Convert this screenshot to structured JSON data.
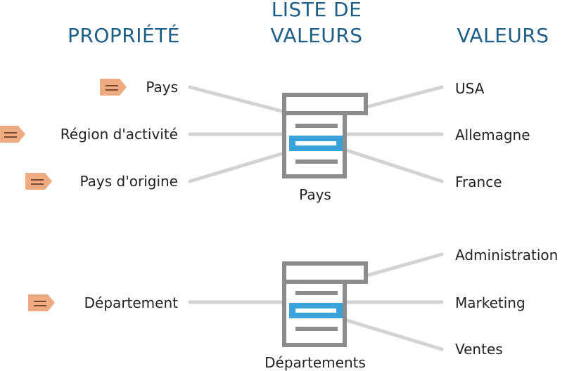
{
  "headers": {
    "property": "PROPRIÉTÉ",
    "list_line1": "LISTE DE",
    "list_line2": "VALEURS",
    "values": "VALEURS"
  },
  "groups": [
    {
      "list_name": "Pays",
      "properties": [
        "Pays",
        "Région d'activité",
        "Pays d'origine"
      ],
      "values": [
        "USA",
        "Allemagne",
        "France"
      ]
    },
    {
      "list_name": "Départements",
      "properties": [
        "Département"
      ],
      "values": [
        "Administration",
        "Marketing",
        "Ventes"
      ]
    }
  ],
  "colors": {
    "header": "#1e5d86",
    "connector": "#d3d3d3",
    "document": "#8c8c8c",
    "highlight": "#3aa3de",
    "tag": "#eeab82",
    "tag_lines": "#7a4a2e"
  },
  "icons": {
    "property_tag": "property-tag-icon",
    "value_list": "document-list-icon"
  }
}
